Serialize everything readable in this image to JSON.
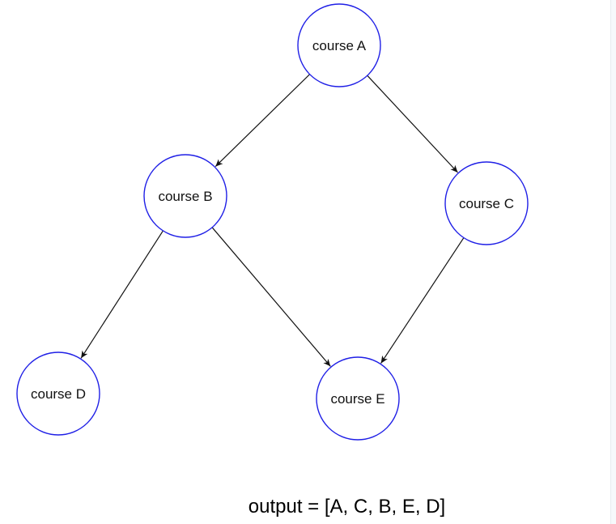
{
  "diagram": {
    "nodes": [
      {
        "id": "A",
        "label": "course A"
      },
      {
        "id": "B",
        "label": "course B"
      },
      {
        "id": "C",
        "label": "course C"
      },
      {
        "id": "D",
        "label": "course D"
      },
      {
        "id": "E",
        "label": "course E"
      }
    ],
    "edges": [
      {
        "from": "A",
        "to": "B"
      },
      {
        "from": "A",
        "to": "C"
      },
      {
        "from": "B",
        "to": "D"
      },
      {
        "from": "B",
        "to": "E"
      },
      {
        "from": "C",
        "to": "E"
      }
    ],
    "colors": {
      "node_stroke": "#1f1fe6",
      "edge": "#111111"
    }
  },
  "output": {
    "text": "output = [A, C, B, E, D]"
  }
}
